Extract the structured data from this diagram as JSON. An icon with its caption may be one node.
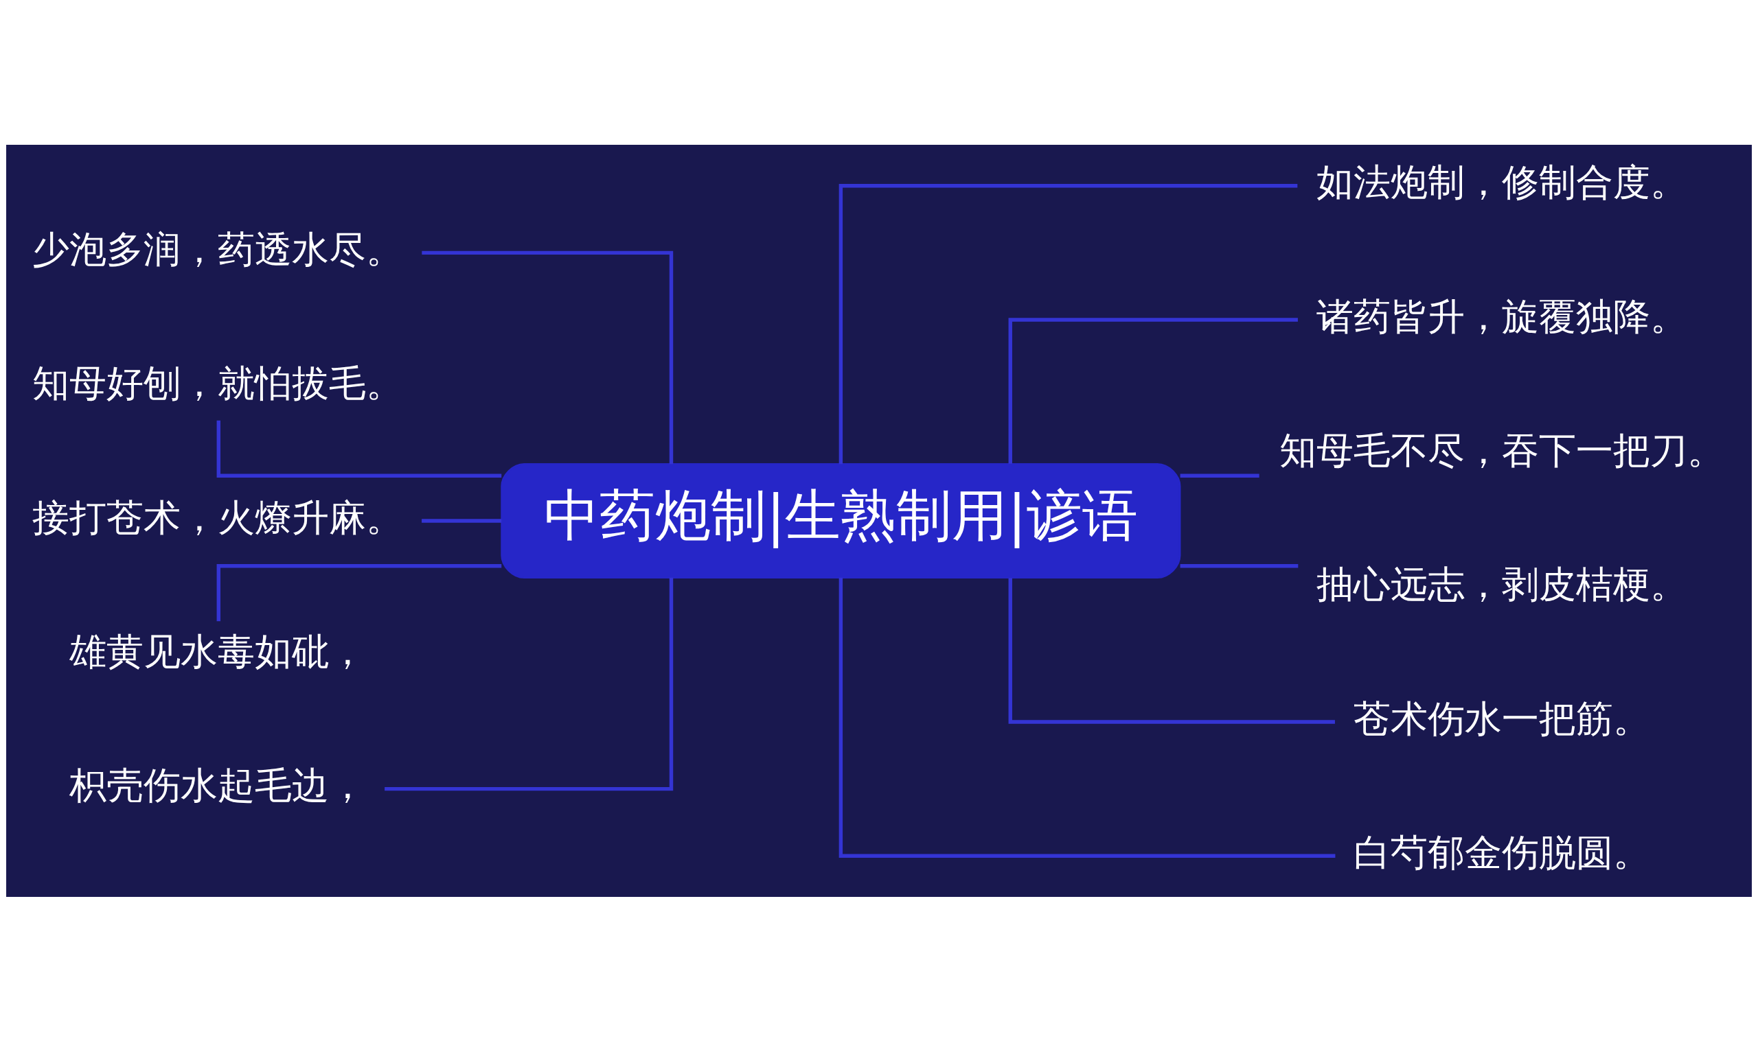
{
  "diagram": {
    "nodes": [
      {
        "text": [
          "中药炮制|生熟制用|谚语"
        ]
      },
      {
        "text": [
          "少泡多润，药透水尽。"
        ]
      },
      {
        "text": [
          "知母好刨，就怕拔毛。"
        ]
      },
      {
        "text": [
          "接打苍术，火燎升麻。"
        ]
      },
      {
        "text": [
          "雄黄见水毒如砒，"
        ]
      },
      {
        "text": [
          "枳壳伤水起毛边，"
        ]
      },
      {
        "text": [
          "如法炮制，修制合度。"
        ]
      },
      {
        "text": [
          "诸药皆升，旋覆独降。"
        ]
      },
      {
        "text": [
          "知母毛不尽，吞下一把刀。"
        ]
      },
      {
        "text": [
          "抽心远志，剥皮桔梗。"
        ]
      },
      {
        "text": [
          "苍术伤水一把筋。"
        ]
      },
      {
        "text": [
          "白芍郁金伤脱圆。"
        ]
      }
    ],
    "edges": [
      {
        "from": 0,
        "to": 1,
        "arrow": "none"
      },
      {
        "from": 0,
        "to": 2,
        "arrow": "none"
      },
      {
        "from": 0,
        "to": 3,
        "arrow": "none"
      },
      {
        "from": 0,
        "to": 4,
        "arrow": "none"
      },
      {
        "from": 0,
        "to": 5,
        "arrow": "none"
      },
      {
        "from": 0,
        "to": 6,
        "arrow": "none"
      },
      {
        "from": 0,
        "to": 7,
        "arrow": "none"
      },
      {
        "from": 0,
        "to": 8,
        "arrow": "none"
      },
      {
        "from": 0,
        "to": 9,
        "arrow": "none"
      },
      {
        "from": 0,
        "to": 10,
        "arrow": "none"
      },
      {
        "from": 0,
        "to": 11,
        "arrow": "none"
      }
    ]
  }
}
